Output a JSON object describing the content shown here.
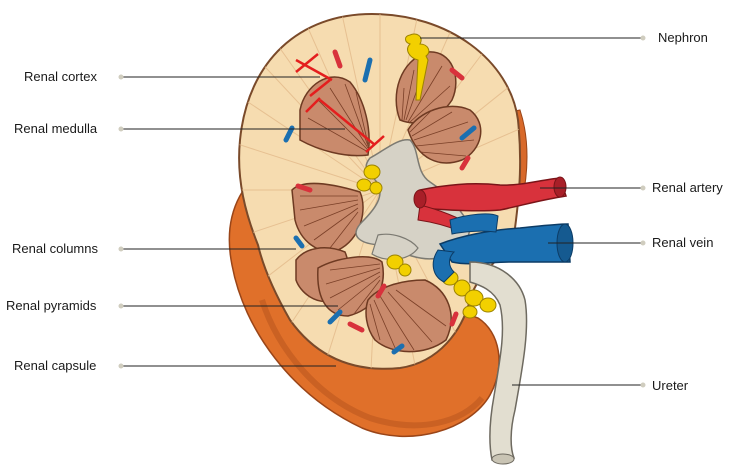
{
  "labels": {
    "renal_cortex": "Renal cortex",
    "renal_medulla": "Renal medulla",
    "renal_columns": "Renal columns",
    "renal_pyramids": "Renal pyramids",
    "renal_capsule": "Renal capsule",
    "nephron": "Nephron",
    "renal_artery": "Renal artery",
    "renal_vein": "Renal vein",
    "ureter": "Ureter"
  },
  "colors": {
    "capsule": "#e0702a",
    "capsule_dark": "#b4521c",
    "cortex": "#f6dcb0",
    "pyramid": "#c98a6c",
    "pyramid_line": "#8a4c33",
    "sinus": "#d6d2c6",
    "fat": "#f2d000",
    "artery": "#d8323c",
    "vein": "#1b6fb0",
    "ureter": "#e2ded0",
    "bracket": "#e41e1e",
    "leader": "#222222"
  }
}
